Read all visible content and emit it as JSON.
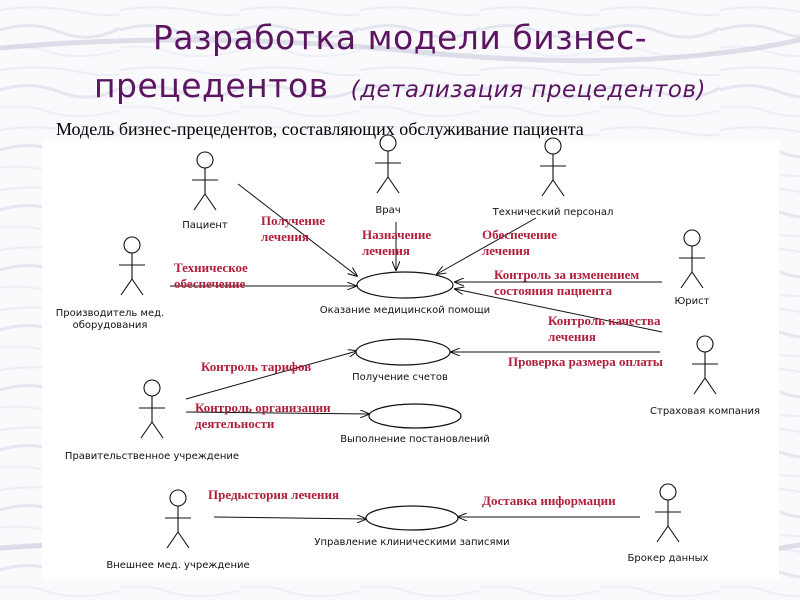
{
  "title": {
    "line1": "Разработка модели бизнес-",
    "line2_main": "прецедентов",
    "line2_sub": "(детализация прецедентов)"
  },
  "subtitle": "Модель бизнес-прецедентов, составляющих обслуживание пациента",
  "colors": {
    "title": "#5b1561",
    "relation_label": "#b01f3c",
    "lines": "#111111"
  },
  "actors": [
    {
      "id": "patient",
      "label": [
        "Пациент"
      ]
    },
    {
      "id": "doctor",
      "label": [
        "Врач"
      ]
    },
    {
      "id": "tech_staff",
      "label": [
        "Технический персонал"
      ]
    },
    {
      "id": "manufacturer",
      "label": [
        "Производитель мед.",
        "оборудования"
      ]
    },
    {
      "id": "lawyer",
      "label": [
        "Юрист"
      ]
    },
    {
      "id": "government",
      "label": [
        "Правительственное учреждение"
      ]
    },
    {
      "id": "insurance",
      "label": [
        "Страховая компания"
      ]
    },
    {
      "id": "external",
      "label": [
        "Внешнее мед. учреждение"
      ]
    },
    {
      "id": "broker",
      "label": [
        "Брокер данных"
      ]
    }
  ],
  "use_cases": [
    {
      "id": "care",
      "label": "Оказание медицинской помощи"
    },
    {
      "id": "bills",
      "label": "Получение счетов"
    },
    {
      "id": "orders",
      "label": "Выполнение постановлений"
    },
    {
      "id": "records",
      "label": "Управление клиническими записями"
    }
  ],
  "relations": [
    {
      "from": "patient",
      "to": "care",
      "label": [
        "Получение",
        "лечения"
      ]
    },
    {
      "from": "doctor",
      "to": "care",
      "label": [
        "Назначение",
        "лечения"
      ]
    },
    {
      "from": "tech_staff",
      "to": "care",
      "label": [
        "Обеспечение",
        "лечения"
      ]
    },
    {
      "from": "manufacturer",
      "to": "care",
      "label": [
        "Техническое",
        "обеспечение"
      ]
    },
    {
      "from": "lawyer",
      "to": "care",
      "label": [
        "Контроль за изменением",
        "состояния пациента"
      ]
    },
    {
      "from": "insurance",
      "to": "care",
      "label": [
        "Контроль качества",
        "лечения"
      ]
    },
    {
      "from": "insurance",
      "to": "bills",
      "label": [
        "Проверка размера оплаты"
      ]
    },
    {
      "from": "government",
      "to": "bills",
      "label": [
        "Контроль тарифов"
      ]
    },
    {
      "from": "government",
      "to": "orders",
      "label": [
        "Контроль организации",
        "деятельности"
      ]
    },
    {
      "from": "external",
      "to": "records",
      "label": [
        "Предыстория лечения"
      ]
    },
    {
      "from": "broker",
      "to": "records",
      "label": [
        "Доставка информации"
      ]
    }
  ]
}
